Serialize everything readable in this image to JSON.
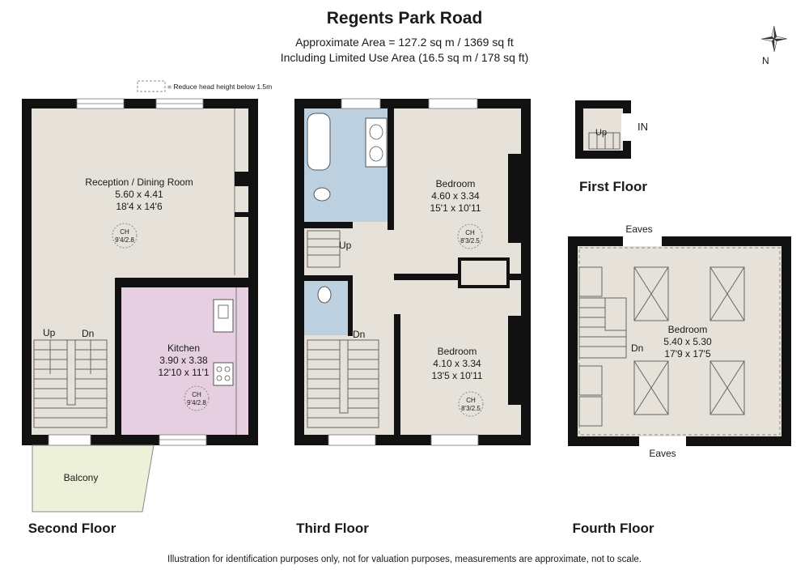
{
  "header": {
    "title": "Regents Park Road",
    "area_line": "Approximate Area = 127.2 sq m / 1369 sq ft",
    "limited_line": "Including Limited Use Area (16.5 sq m / 178 sq ft)"
  },
  "compass": {
    "label": "N"
  },
  "legend": {
    "text": "= Reduce head height below 1.5m"
  },
  "floors": {
    "second": "Second Floor",
    "third": "Third Floor",
    "first": "First Floor",
    "fourth": "Fourth Floor"
  },
  "rooms": {
    "reception": {
      "name": "Reception / Dining Room",
      "metric": "5.60 x 4.41",
      "imperial": "18'4 x 14'6",
      "ch_label": "CH",
      "ch_value": "9'4/2.8"
    },
    "kitchen": {
      "name": "Kitchen",
      "metric": "3.90 x 3.38",
      "imperial": "12'10 x 11'1",
      "ch_label": "CH",
      "ch_value": "9'4/2.8"
    },
    "balcony": {
      "name": "Balcony"
    },
    "bedroom_upper": {
      "name": "Bedroom",
      "metric": "4.60 x 3.34",
      "imperial": "15'1 x 10'11",
      "ch_label": "CH",
      "ch_value": "8'3/2.5"
    },
    "bedroom_lower": {
      "name": "Bedroom",
      "metric": "4.10 x 3.34",
      "imperial": "13'5 x 10'11",
      "ch_label": "CH",
      "ch_value": "8'3/2.5"
    },
    "bedroom_top": {
      "name": "Bedroom",
      "metric": "5.40 x 5.30",
      "imperial": "17'9 x 17'5"
    }
  },
  "labels": {
    "up": "Up",
    "dn": "Dn",
    "in": "IN",
    "eaves": "Eaves"
  },
  "colors": {
    "room_fill": "#e6e2d9",
    "bath_fill": "#bcd0e0",
    "kitchen_fill": "#e5cfe0",
    "balcony_fill": "#edf1d9",
    "wall": "#111111"
  },
  "footer": {
    "disclaimer": "Illustration for identification purposes only, not for valuation purposes, measurements are approximate, not to scale."
  }
}
